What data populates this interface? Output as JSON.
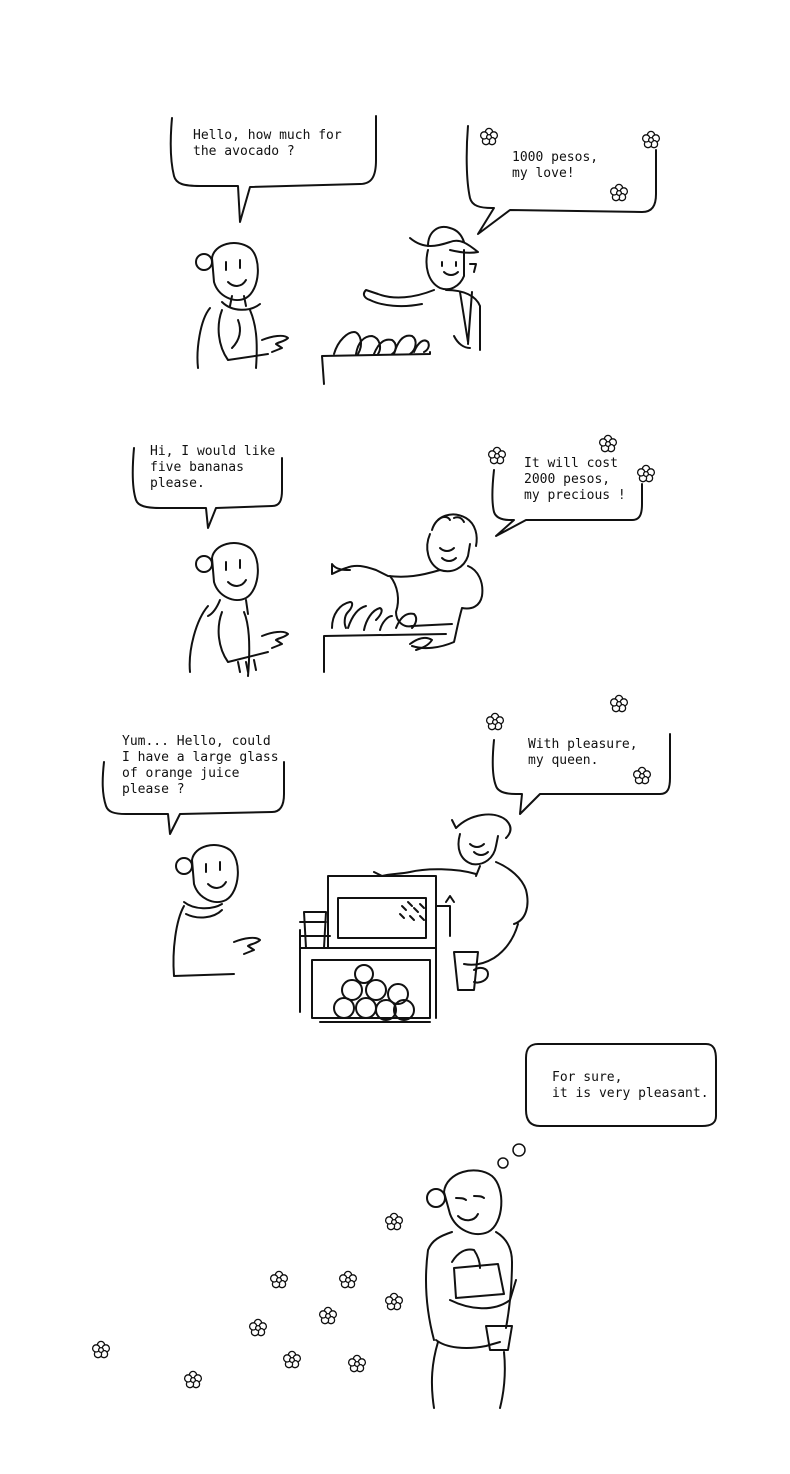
{
  "panels": [
    {
      "customer_line": "Hello, how much for\nthe avocado ?",
      "vendor_line": "1000 pesos,\nmy love!"
    },
    {
      "customer_line": "Hi, I would like\nfive bananas\nplease.",
      "vendor_line": "It will cost\n2000 pesos,\nmy precious !"
    },
    {
      "customer_line": "Yum... Hello, could\nI have a large glass\nof orange juice\nplease ?",
      "vendor_line": "With pleasure,\nmy queen."
    },
    {
      "thought_line": "For sure,\nit is very pleasant."
    }
  ],
  "style": {
    "ink_color": "#111111",
    "paper_color": "#ffffff"
  }
}
